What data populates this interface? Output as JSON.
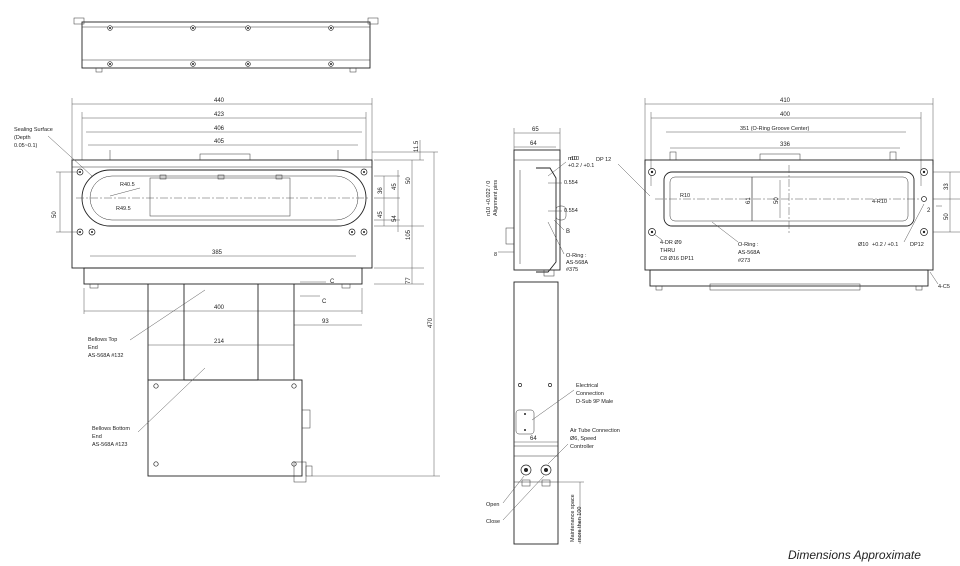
{
  "footer": "Dimensions Approximate",
  "dims": {
    "d440": "440",
    "d423": "423",
    "d406": "406",
    "d405": "405",
    "d11_5": "11.5",
    "d36": "36",
    "d45a": "45",
    "d50a": "50",
    "d45b": "45",
    "d54": "54",
    "d105": "105",
    "d77": "77",
    "d470": "470",
    "d50l": "50",
    "d385": "385",
    "d400": "400",
    "d93": "93",
    "d214": "214",
    "d65": "65",
    "d64a": "64",
    "d64b": "64",
    "d0554a": "0.554",
    "d0554b": "0.554",
    "d410": "410",
    "d400r": "400",
    "d336": "336",
    "d61": "61",
    "d50r": "50",
    "d33": "33",
    "d2": "2",
    "d50rr": "50"
  },
  "labels": {
    "sealing1": "Sealing Surface",
    "sealing2": "(Depth",
    "sealing3": "0.05~0.1)",
    "r405": "R40.5",
    "r495": "R49.5",
    "c1": "C",
    "c2": "C",
    "btop1": "Bellows Top",
    "btop2": "End",
    "btop3": "AS-568A #132",
    "bbot1": "Bellows Bottom",
    "bbot2": "End",
    "bbot3": "AS-568A #123",
    "n10": "n10",
    "n10tol": "+0.2 / +0.1",
    "dp12": "DP 12",
    "align1": "n10 +0.022 / 0",
    "align2": "Alignment pins",
    "b": "B",
    "oring1": "O-Ring :",
    "oring2": "AS-568A",
    "oring3": "#375",
    "e8": "8",
    "elec1": "Electrical",
    "elec2": "Connection",
    "elec3": "D-Sub 9P Male",
    "air1": "Air Tube Connection",
    "air2": "Ø6, Speed",
    "air3": "Controller",
    "open": "Open",
    "close": "Close",
    "maint1": "Maintenance space",
    "maint2": "more then 100",
    "oring_groove": "351 (O-Ring Groove Center)",
    "r10": "R10",
    "r4_10": "4-R10",
    "dr1": "4-DR Ø9",
    "dr2": "THRU",
    "dr3": "C8 Ø16 DP11",
    "oring_r1": "O-Ring :",
    "oring_r2": "AS-568A",
    "oring_r3": "#273",
    "d10": "Ø10",
    "d10tol": "+0.2 / +0.1",
    "dp12r": "DP12",
    "c5": "4-C5"
  }
}
